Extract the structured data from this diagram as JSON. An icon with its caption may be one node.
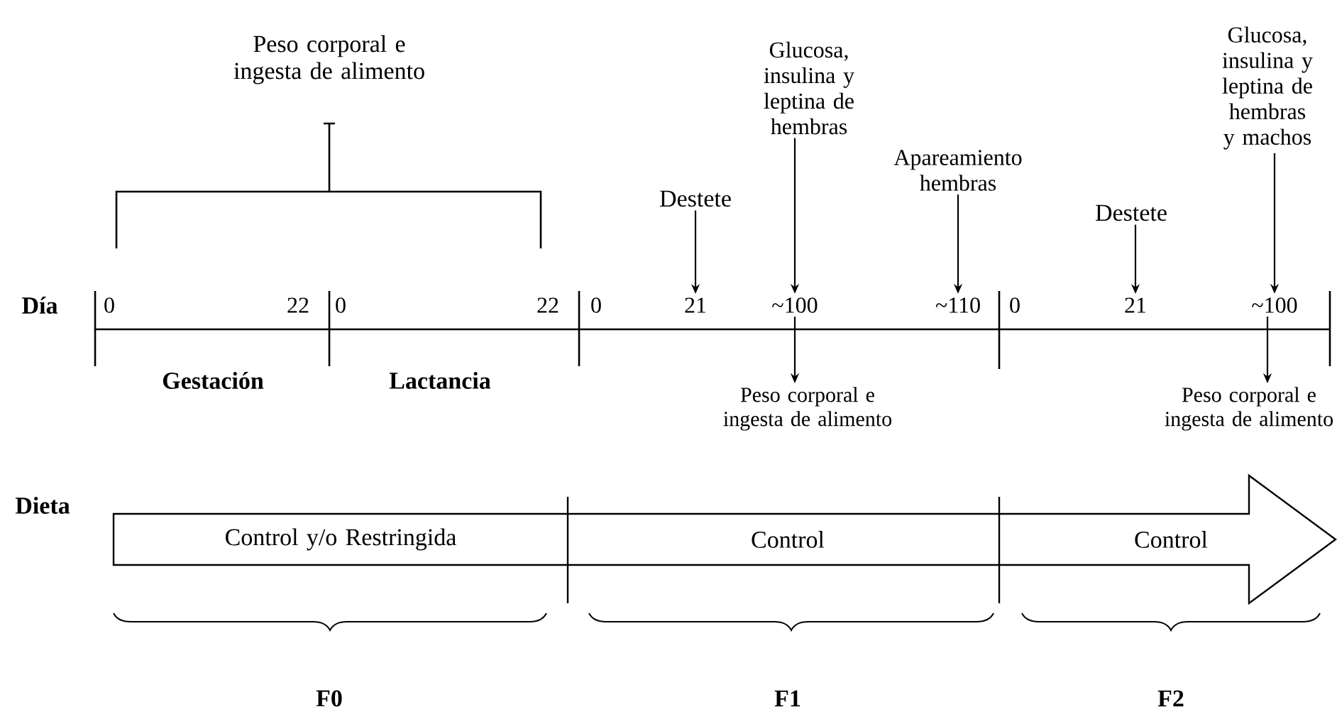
{
  "diagram": {
    "nodes": [
      {
        "text": [
          "Peso corporal e ingesta de alimento"
        ]
      },
      {
        "text": [
          "Glucosa, insulina y leptina de hembras"
        ]
      },
      {
        "text": [
          "Glucosa, insulina y leptina de hembras y machos"
        ]
      },
      {
        "text": [
          "Apareamiento hembras"
        ]
      },
      {
        "text": [
          "Destete"
        ]
      },
      {
        "text": [
          "Destete"
        ]
      },
      {
        "text": [
          "Peso corporal e ingesta de alimento"
        ]
      },
      {
        "text": [
          "Peso corporal e ingesta de alimento"
        ]
      },
      {
        "text": [],
        "shape": "arrow"
      },
      {
        "text": [
          "Control y/o Restringida"
        ],
        "in": 8
      },
      {
        "text": [
          "Control"
        ],
        "in": 8
      },
      {
        "text": [
          "Control"
        ],
        "in": 8
      },
      {
        "text": [
          "21"
        ]
      },
      {
        "text": [
          "~100"
        ]
      },
      {
        "text": [
          "~110"
        ]
      },
      {
        "text": [
          "21"
        ]
      },
      {
        "text": [
          "~100"
        ]
      }
    ],
    "edges": [
      {
        "from": 4,
        "to": 12,
        "arrow": "to"
      },
      {
        "from": 1,
        "to": 13,
        "arrow": "to"
      },
      {
        "from": 3,
        "to": 14,
        "arrow": "to"
      },
      {
        "from": 5,
        "to": 15,
        "arrow": "to"
      },
      {
        "from": 2,
        "to": 16,
        "arrow": "to"
      },
      {
        "from": 13,
        "to": 6,
        "arrow": "to"
      },
      {
        "from": 16,
        "to": 7,
        "arrow": "to"
      }
    ],
    "labels": [
      "Día",
      "0",
      "22",
      "0",
      "22",
      "0",
      "0",
      "Gestación",
      "Lactancia",
      "Dieta",
      "F0",
      "F1",
      "F2"
    ]
  }
}
